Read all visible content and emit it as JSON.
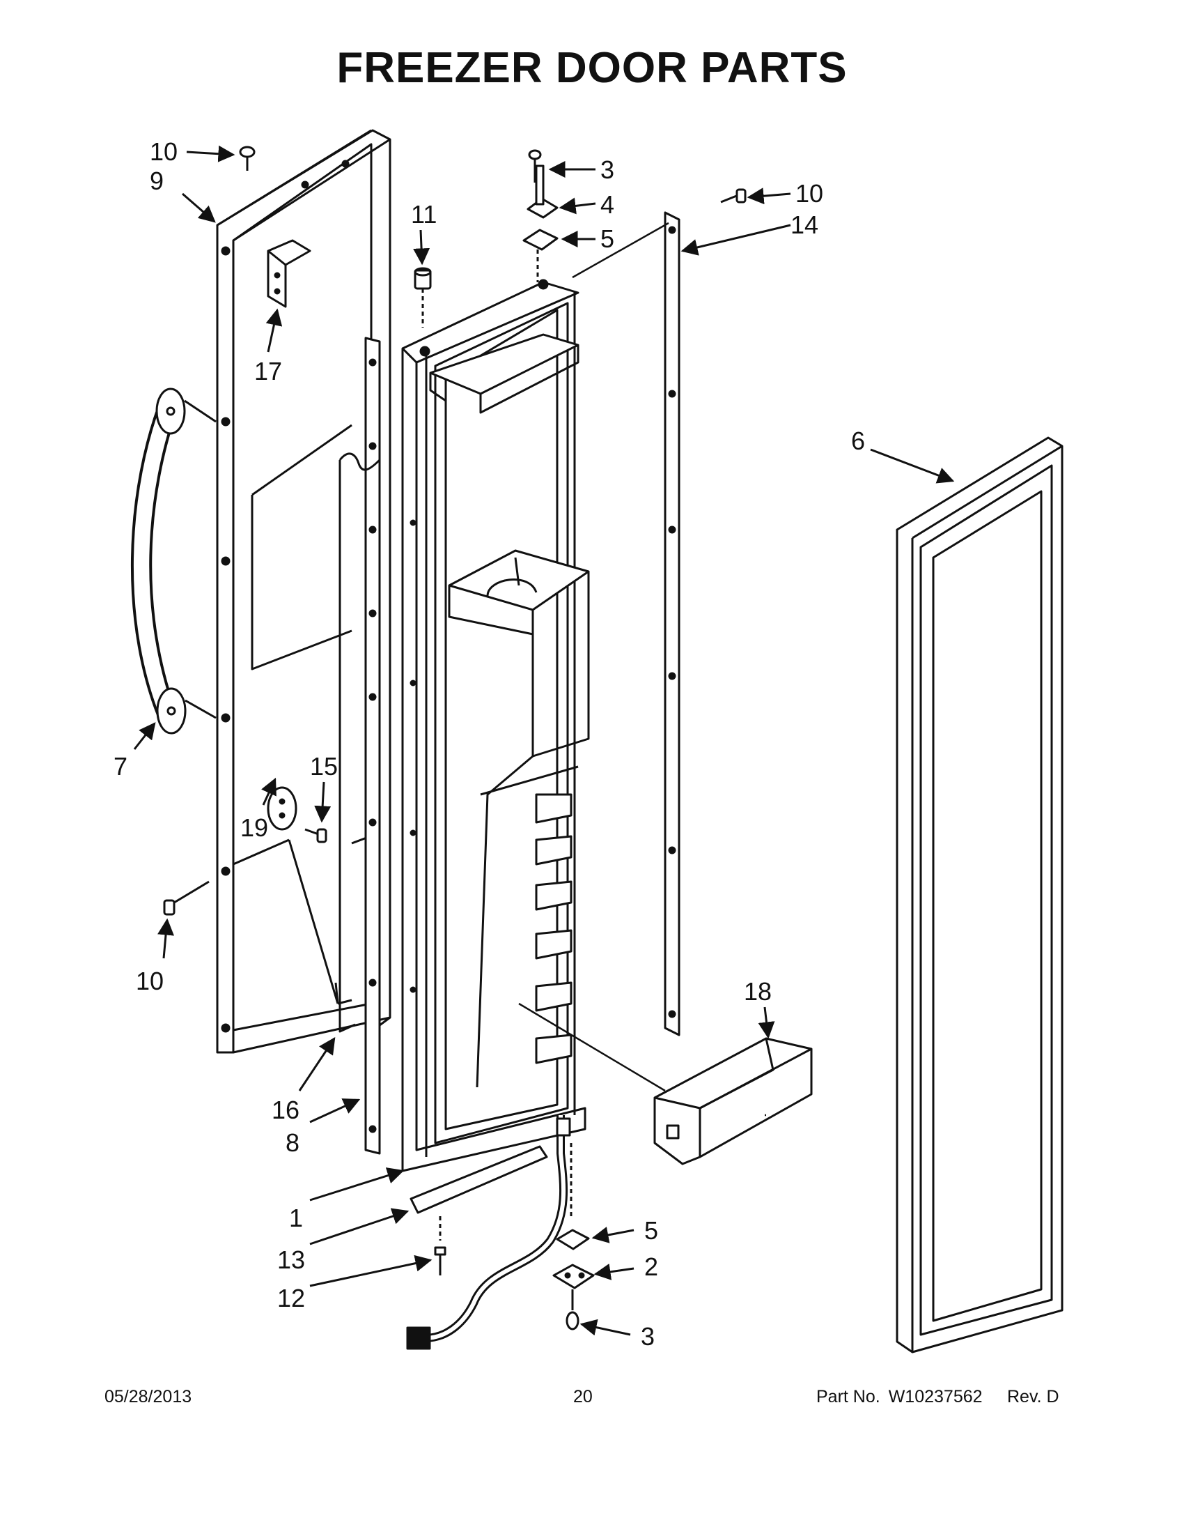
{
  "title": "FREEZER DOOR PARTS",
  "callouts": {
    "c1": "1",
    "c2": "2",
    "c3a": "3",
    "c3b": "3",
    "c4": "4",
    "c5a": "5",
    "c5b": "5",
    "c6": "6",
    "c7": "7",
    "c8": "8",
    "c9": "9",
    "c10a": "10",
    "c10b": "10",
    "c10c": "10",
    "c11": "11",
    "c12": "12",
    "c13": "13",
    "c14": "14",
    "c15": "15",
    "c16": "16",
    "c17": "17",
    "c18": "18",
    "c19": "19"
  },
  "footer": {
    "date": "05/28/2013",
    "page": "20",
    "part_label": "Part No.",
    "part_no": "W10237562",
    "rev": "Rev.  D"
  }
}
